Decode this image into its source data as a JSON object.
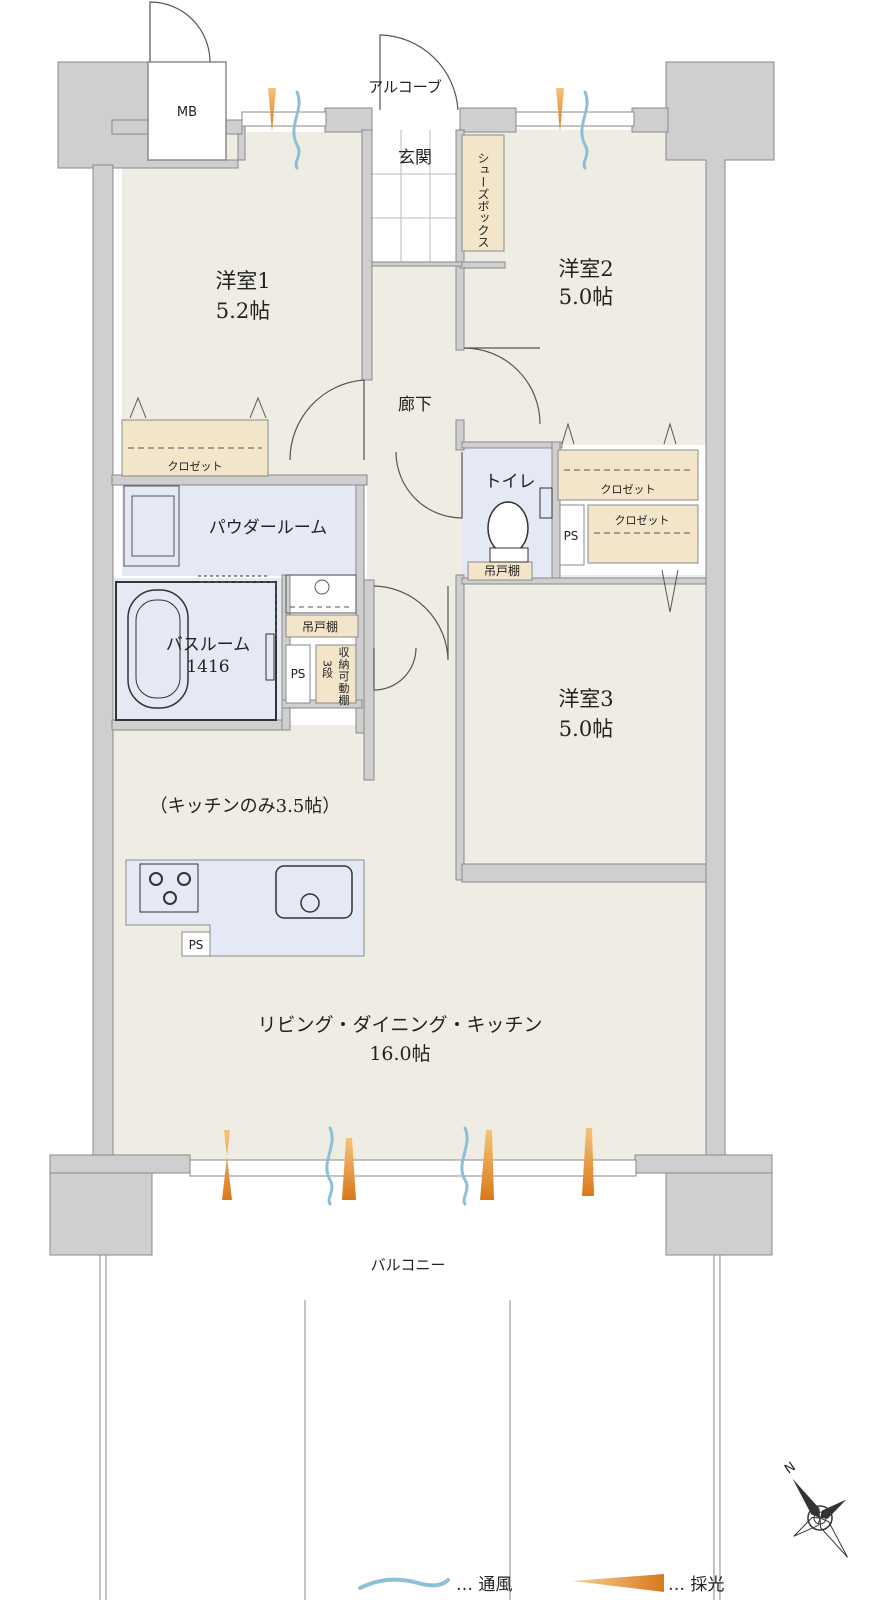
{
  "rooms": {
    "mb": "MB",
    "alcove": "アルコーブ",
    "entrance": "玄関",
    "shoe_box": "シューズボックス",
    "western1_name": "洋室1",
    "western1_size": "5.2帖",
    "western2_name": "洋室2",
    "western2_size": "5.0帖",
    "western3_name": "洋室3",
    "western3_size": "5.0帖",
    "corridor": "廊下",
    "closet": "クロゼット",
    "toilet": "トイレ",
    "hanging_shelf": "吊戸棚",
    "ps": "PS",
    "powder_room": "パウダールーム",
    "bathroom_name": "バスルーム",
    "bathroom_size": "1416",
    "storage_chars": [
      "収",
      "納",
      "可",
      "動",
      "棚"
    ],
    "storage_count": "3段",
    "kitchen_note": "（キッチンのみ3.5帖）",
    "ldk_name": "リビング・ダイニング・キッチン",
    "ldk_size": "16.0帖",
    "balcony": "バルコニー"
  },
  "legend": {
    "ventilation": "… 通風",
    "daylight": "… 採光"
  },
  "compass": {
    "north": "N"
  },
  "colors": {
    "wall": "#cfcfcf",
    "wall_line": "#8a8a8a",
    "floor": "#efede3",
    "wet_area": "#e4e9f5",
    "storage": "#f2e5c9",
    "wind": "#8dbfd6",
    "light": "#e0902a"
  }
}
